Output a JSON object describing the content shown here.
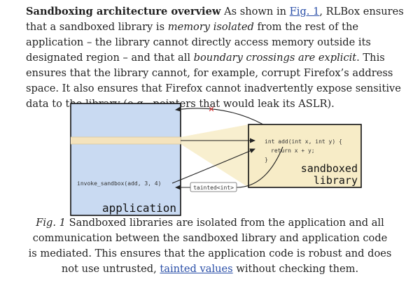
{
  "paragraph": {
    "heading": "Sandboxing architecture overview",
    "t1": " As shown in ",
    "fig_link": "Fig. 1",
    "t2": ", RLBox ensures that a sandboxed library is ",
    "em1": "memory isolated",
    "t3": " from the rest of the application – the library cannot directly access memory outside its designated region – and that all ",
    "em2": "boundary crossings are explicit",
    "t4": ". This ensures that the library cannot, for example, corrupt Firefox’s address space. It also ensures that Firefox cannot inadvertently expose sensitive data to the library (e.g., pointers that would leak its ASLR)."
  },
  "diagram": {
    "code_line1": "int add(int x, int y) {",
    "code_line2": "return x + y;",
    "code_line3": "}",
    "sandboxed_label_1": "sandboxed",
    "sandboxed_label_2": "library",
    "invoke_text": "invoke_sandbox(add, 3, 4)",
    "tainted_label": "tainted<int>",
    "application_label": "application",
    "blocked_mark": "✕",
    "colors": {
      "app_fill": "#c9daf2",
      "lib_fill": "#f7ecc7",
      "band_fill": "#f4e3bd",
      "block_red": "#d62c2c",
      "arrow": "#222222"
    }
  },
  "caption": {
    "fig_label": "Fig. 1",
    "t1": " Sandboxed libraries are isolated from the application and all communication between the sandboxed library and application code is mediated. This ensures that the application code is robust and does not use untrusted, ",
    "link": "tainted values",
    "t2": " without checking them."
  }
}
